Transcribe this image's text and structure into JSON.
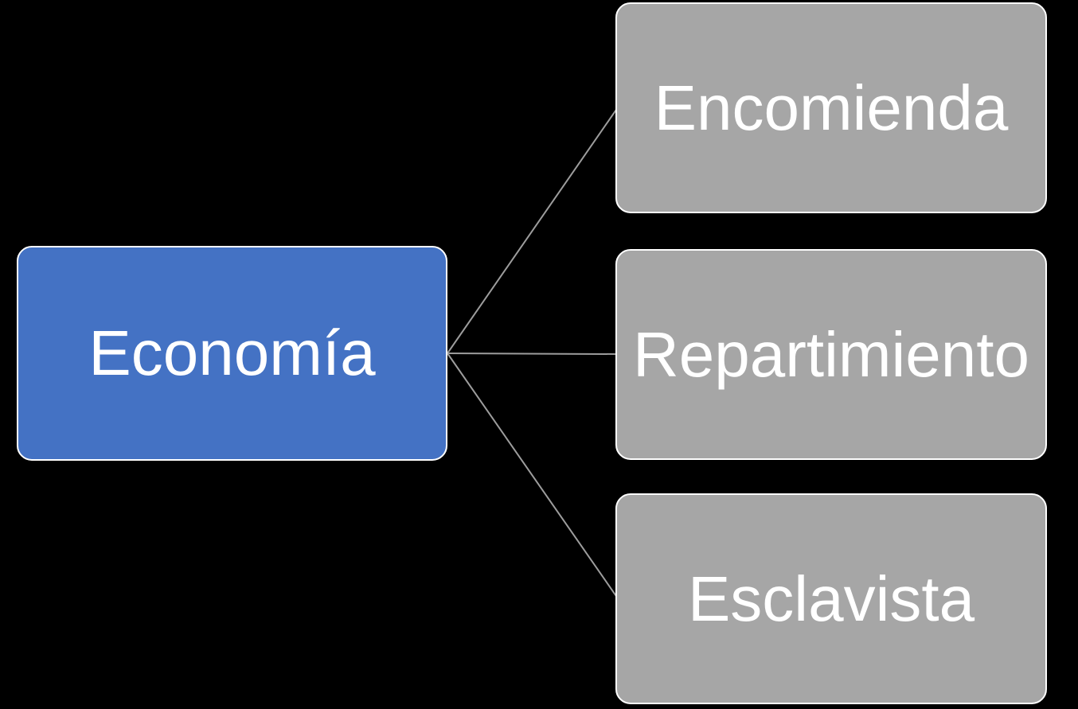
{
  "diagram": {
    "type": "hierarchy",
    "root": {
      "label": "Economía"
    },
    "children": [
      {
        "label": "Encomienda"
      },
      {
        "label": "Repartimiento"
      },
      {
        "label": "Esclavista"
      }
    ],
    "colors": {
      "background": "#000000",
      "root-fill": "#4472C4",
      "child-fill": "#A6A6A6",
      "node-border": "#FFFFFF",
      "connector": "#9D9D9D",
      "text": "#FFFFFF"
    }
  }
}
